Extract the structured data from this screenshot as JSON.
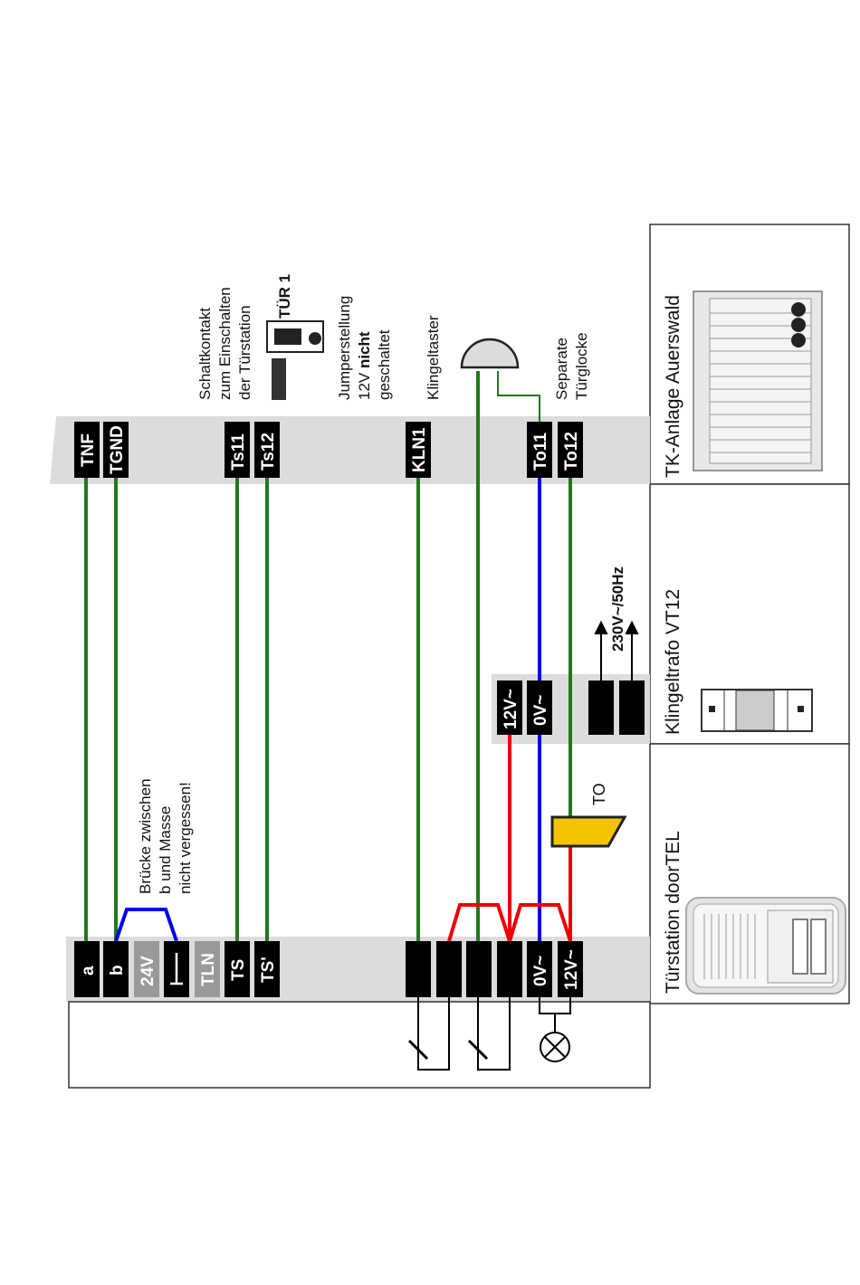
{
  "tk": {
    "terminals": [
      "TNF",
      "TGND",
      "Ts11",
      "Ts12",
      "KLN1",
      "To11",
      "To12"
    ],
    "device_label": "TK-Anlage Auerswald"
  },
  "trafo": {
    "terminals": [
      "12V~",
      "0V~"
    ],
    "voltage": "230V~/50Hz",
    "device_label": "Klingeltrafo VT12"
  },
  "door": {
    "terminals": [
      "a",
      "b",
      "24V",
      "TLN",
      "TS",
      "TS'",
      "0V~",
      "12V~"
    ],
    "device_label": "Türstation doorTEL"
  },
  "notes": {
    "switch_contact": [
      "Schaltkontakt",
      "zum Einschalten",
      "der Türstation"
    ],
    "jumper_title": "TÜR 1",
    "jumper_setting": [
      "Jumperstellung",
      "12V",
      "nicht",
      "geschaltet"
    ],
    "bell_button": "Klingeltaster",
    "separate_bell": [
      "Separate",
      "Türglocke"
    ],
    "bridge": [
      "Brücke zwischen",
      "b und Masse",
      "nicht vergessen!"
    ],
    "opener": "TO"
  },
  "colors": {
    "green": "#1d7a1d",
    "blue": "#0000e6",
    "red": "#ee0000",
    "panel_gray": "#dcdcdc",
    "opener_yellow": "#f5c400"
  }
}
